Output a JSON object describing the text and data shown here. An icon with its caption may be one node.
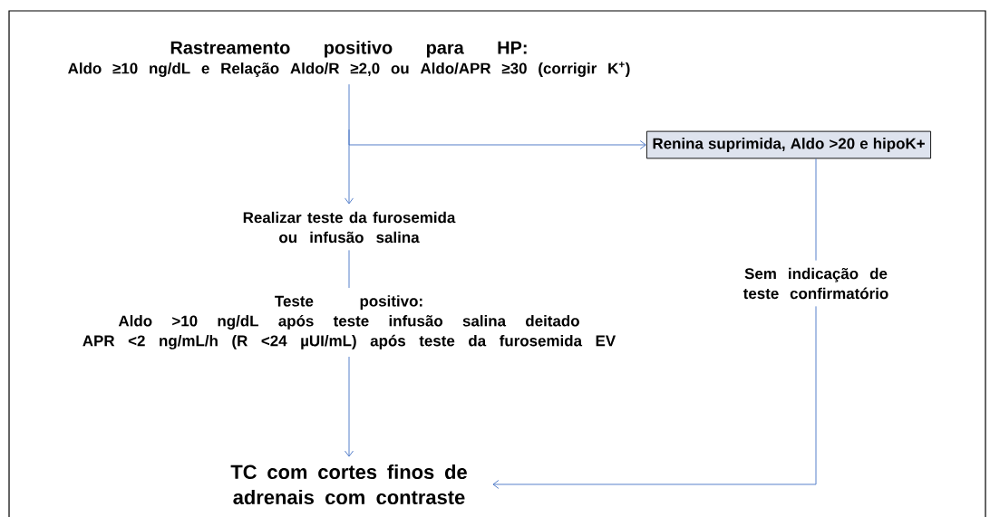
{
  "diagram": {
    "nodes": [
      {
        "text": [
          "Rastreamento positivo para HP:",
          "Aldo ≥10 ng/dL e Relação Aldo/R ≥2,0 ou Aldo/APR ≥30 (corrigir K$^{+}$)"
        ]
      },
      {
        "text": [
          "Renina suprimida, Aldo >20 e hipoK+"
        ]
      },
      {
        "text": [
          "Realizar teste da furosemida ou infusão salina"
        ]
      },
      {
        "text": [
          "Teste positivo:",
          "Aldo >10 ng/dL após teste infusão salina deitado",
          "APR <2 ng/mL/h (R <24 µUI/mL) após teste da furosemida EV"
        ]
      },
      {
        "text": [
          "Sem indicação de teste confirmatório"
        ]
      },
      {
        "text": [
          "TC com cortes finos de adrenais com contraste"
        ]
      }
    ],
    "edges": [
      {
        "from": 0,
        "to": 2,
        "arrow": "to"
      },
      {
        "from": 0,
        "to": 1,
        "arrow": "to"
      },
      {
        "from": 2,
        "to": 3,
        "arrow": "none"
      },
      {
        "from": 3,
        "to": 5,
        "arrow": "to"
      },
      {
        "from": 1,
        "to": 4,
        "arrow": "none"
      },
      {
        "from": 4,
        "to": 5,
        "arrow": "to"
      }
    ]
  }
}
